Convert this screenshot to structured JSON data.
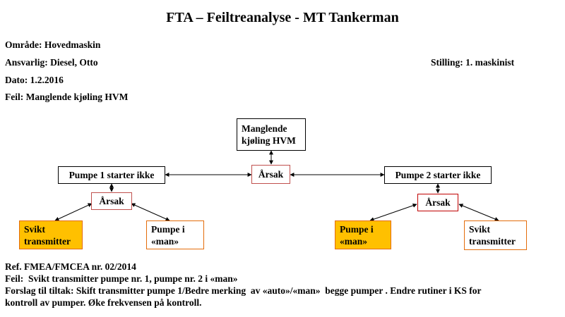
{
  "title": "FTA – Feiltreanalyse - MT Tankerman",
  "info": {
    "omrade": "Område: Hovedmaskin",
    "ansvarlig": "Ansvarlig: Diesel, Otto",
    "stilling": "Stilling: 1. maskinist",
    "dato": "Dato: 1.2.2016",
    "feil": "Feil: Manglende kjøling HVM"
  },
  "diagram": {
    "top_event": {
      "line1": "Manglende",
      "line2": "kjøling HVM"
    },
    "center_cause": "Årsak",
    "left_branch": {
      "event": "Pumpe 1 starter ikke",
      "cause": "Årsak",
      "leaf_a": {
        "line1": "Svikt",
        "line2": "transmitter"
      },
      "leaf_b": {
        "line1": "Pumpe i",
        "line2": "«man»"
      }
    },
    "right_branch": {
      "event": "Pumpe 2 starter ikke",
      "cause": "Årsak",
      "leaf_a": {
        "line1": "Pumpe i",
        "line2": "«man»"
      },
      "leaf_b": {
        "line1": "Svikt",
        "line2": "transmitter"
      }
    },
    "colors": {
      "highlight_fill": "#ffc000",
      "highlight_border": "#e46c0a",
      "cause_border": "#c0504d",
      "cause_border_strong": "#c00000"
    }
  },
  "footer": {
    "ref": "Ref. FMEA/FMCEA nr. 02/2014",
    "feil": "Feil:  Svikt transmitter pumpe nr. 1, pumpe nr. 2 i «man»",
    "forslag_line1": "Forslag til tiltak: Skift transmitter pumpe 1/Bedre merking  av «auto»/«man»  begge pumper . Endre rutiner i KS for",
    "forslag_line2": "kontroll av pumper. Øke frekvensen på kontroll."
  }
}
